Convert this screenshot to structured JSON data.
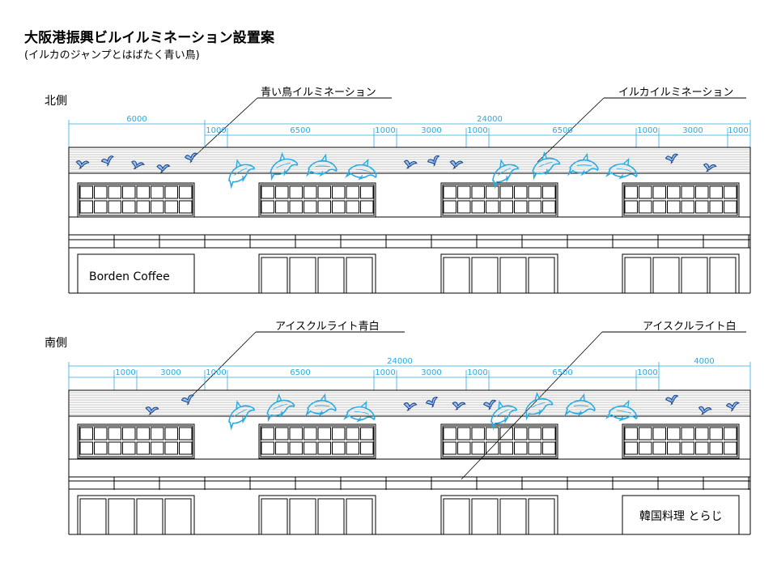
{
  "title": "大阪港振興ビルイルミネーション設置案",
  "subtitle": "(イルカのジャンプとはばたく青い鳥)",
  "colors": {
    "accent": "#29abe2",
    "line": "#000000",
    "bird": "#1f3f8a",
    "dolphin": "#29abe2"
  },
  "north": {
    "label": "北側",
    "callouts": [
      {
        "text": "青い鳥イルミネーション"
      },
      {
        "text": "イルカイルミネーション"
      }
    ],
    "dimensions_top": [
      "6000",
      "24000"
    ],
    "dimensions_sub": [
      "1000",
      "6500",
      "1000",
      "3000",
      "1000",
      "6500",
      "1000",
      "3000",
      "1000"
    ],
    "shop_sign": "Borden Coffee"
  },
  "south": {
    "label": "南側",
    "callouts": [
      {
        "text": "アイスクルライト青白"
      },
      {
        "text": "アイスクルライト白"
      }
    ],
    "dimensions_top": [
      "24000",
      "4000"
    ],
    "dimensions_sub": [
      "1000",
      "3000",
      "1000",
      "6500",
      "1000",
      "3000",
      "1000",
      "6500",
      "1000"
    ],
    "shop_sign": "韓国料理 とらじ"
  }
}
